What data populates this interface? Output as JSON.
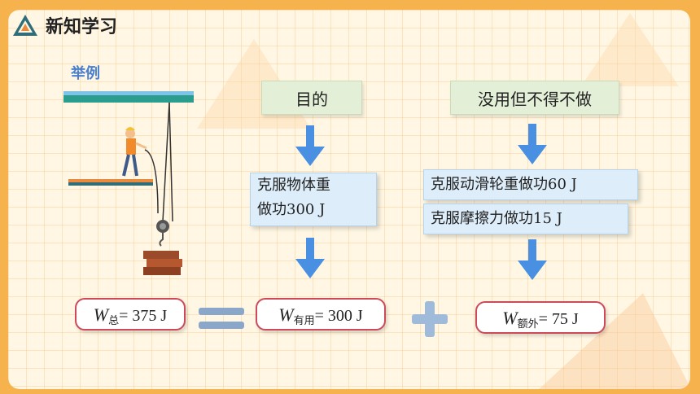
{
  "header": {
    "title": "新知学习"
  },
  "example_label": "举例",
  "purpose": {
    "label": "目的",
    "work_box": {
      "line1": "克服物体重",
      "line2": "做功300 J"
    }
  },
  "wasted": {
    "label": "没用但不得不做",
    "item1": "克服动滑轮重做功60 J",
    "item2": "克服摩擦力做功15 J"
  },
  "equation": {
    "total": {
      "symbol": "W",
      "sub": "总",
      "value": "= 375 J"
    },
    "useful": {
      "symbol": "W",
      "sub": "有用",
      "value": "= 300 J"
    },
    "extra": {
      "symbol": "W",
      "sub": "额外",
      "value": "= 75 J"
    }
  },
  "colors": {
    "accent_blue": "#4a7fd0",
    "pill_border": "#cc4a5a",
    "tag_green": "#e4efd8",
    "box_blue": "#ddeefa"
  },
  "icons": [
    "triangle-logo-icon",
    "down-arrow-icon",
    "equals-icon",
    "plus-icon",
    "worker-pulley-illustration"
  ]
}
